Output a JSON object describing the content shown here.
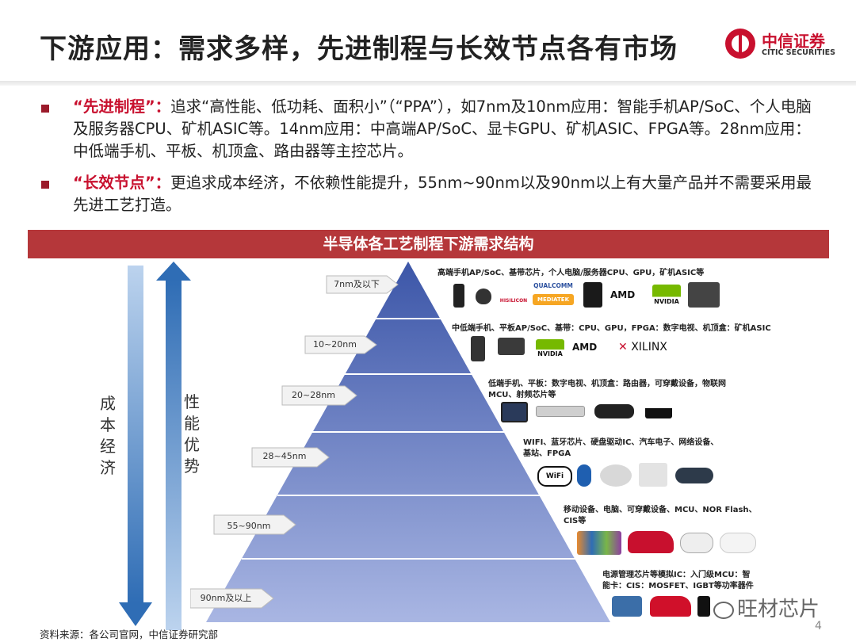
{
  "header": {
    "title": "下游应用：需求多样，先进制程与长效节点各有市场",
    "logo_cn": "中信证券",
    "logo_en": "CITIC SECURITIES"
  },
  "bullets": [
    {
      "highlight": "“先进制程”：",
      "text": "追求“高性能、低功耗、面积小”（“PPA”），如7nm及10nm应用：智能手机AP/SoC、个人电脑及服务器CPU、矿机ASIC等。14nm应用：中高端AP/SoC、显卡GPU、矿机ASIC、FPGA等。28nm应用：中低端手机、平板、机顶盒、路由器等主控芯片。"
    },
    {
      "highlight": "“长效节点”：",
      "text": "更追求成本经济，不依赖性能提升，55nm~90nm以及90nm以上有大量产品并不需要采用最先进工艺打造。"
    }
  ],
  "figure": {
    "banner": "半导体各工艺制程下游需求结构",
    "left_axis_label": "成本经济",
    "right_axis_label": "性能优势",
    "tiers": [
      {
        "node": "7nm及以下",
        "desc": [
          "高端手机AP/SoC、基带芯片，个人电脑/服务器CPU、GPU，矿机ASIC等"
        ],
        "logos": [
          "AMD",
          "NVIDIA",
          "QUALCOMM",
          "MEDIATEK",
          "HISILICON"
        ]
      },
      {
        "node": "10~20nm",
        "desc": [
          "中低端手机、平板AP/SoC、基带：CPU、GPU，FPGA：数字电视、机顶盒：矿机ASIC"
        ],
        "logos": [
          "AMD",
          "NVIDIA",
          "XILINX"
        ]
      },
      {
        "node": "20~28nm",
        "desc": [
          "低端手机、平板：数字电视、机顶盒：路由器，可穿戴设备，物联网",
          "MCU、射频芯片等"
        ],
        "logos": []
      },
      {
        "node": "28~45nm",
        "desc": [
          "WIFI、蓝牙芯片、硬盘驱动IC、汽车电子、网络设备、",
          "基站、FPGA"
        ],
        "logos": [
          "WiFi"
        ]
      },
      {
        "node": "55~90nm",
        "desc": [
          "移动设备、电脑、可穿戴设备、MCU、NOR Flash、",
          "CIS等"
        ],
        "logos": []
      },
      {
        "node": "90nm及以上",
        "desc": [
          "电源管理芯片等模拟IC：入门级MCU：智",
          "能卡：CIS：MOSFET、IGBT等功率器件"
        ],
        "logos": []
      }
    ]
  },
  "footer": {
    "source": "资料来源：各公司官网，中信证券研究部",
    "page_number": "4",
    "watermark": "旺材芯片"
  },
  "colors": {
    "accent": "#c8102e",
    "banner": "#b5373a",
    "pyramid_top": "#3c56a8",
    "pyramid_bottom": "#a9b6e3"
  }
}
